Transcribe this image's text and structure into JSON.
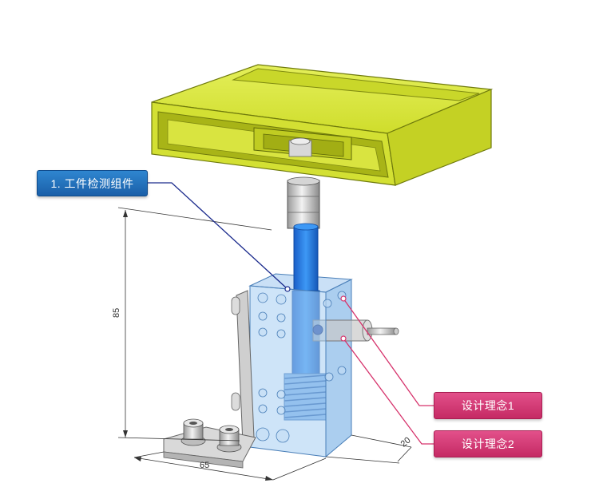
{
  "callouts": {
    "workpiece_detection": "1. 工件检测组件",
    "design_concept_1": "设计理念1",
    "design_concept_2": "设计理念2"
  },
  "dimensions": {
    "height": "85",
    "width": "65",
    "depth": "20"
  },
  "colors": {
    "tray": "#d6e63a",
    "tray_edge": "#7f8a10",
    "block": "#9ec6ee",
    "shaft": "#1f78e0",
    "callout_blue": "#1f6db8",
    "callout_pink": "#d63c76",
    "leader_blue": "#1a2a8c",
    "leader_pink": "#d6336c"
  }
}
